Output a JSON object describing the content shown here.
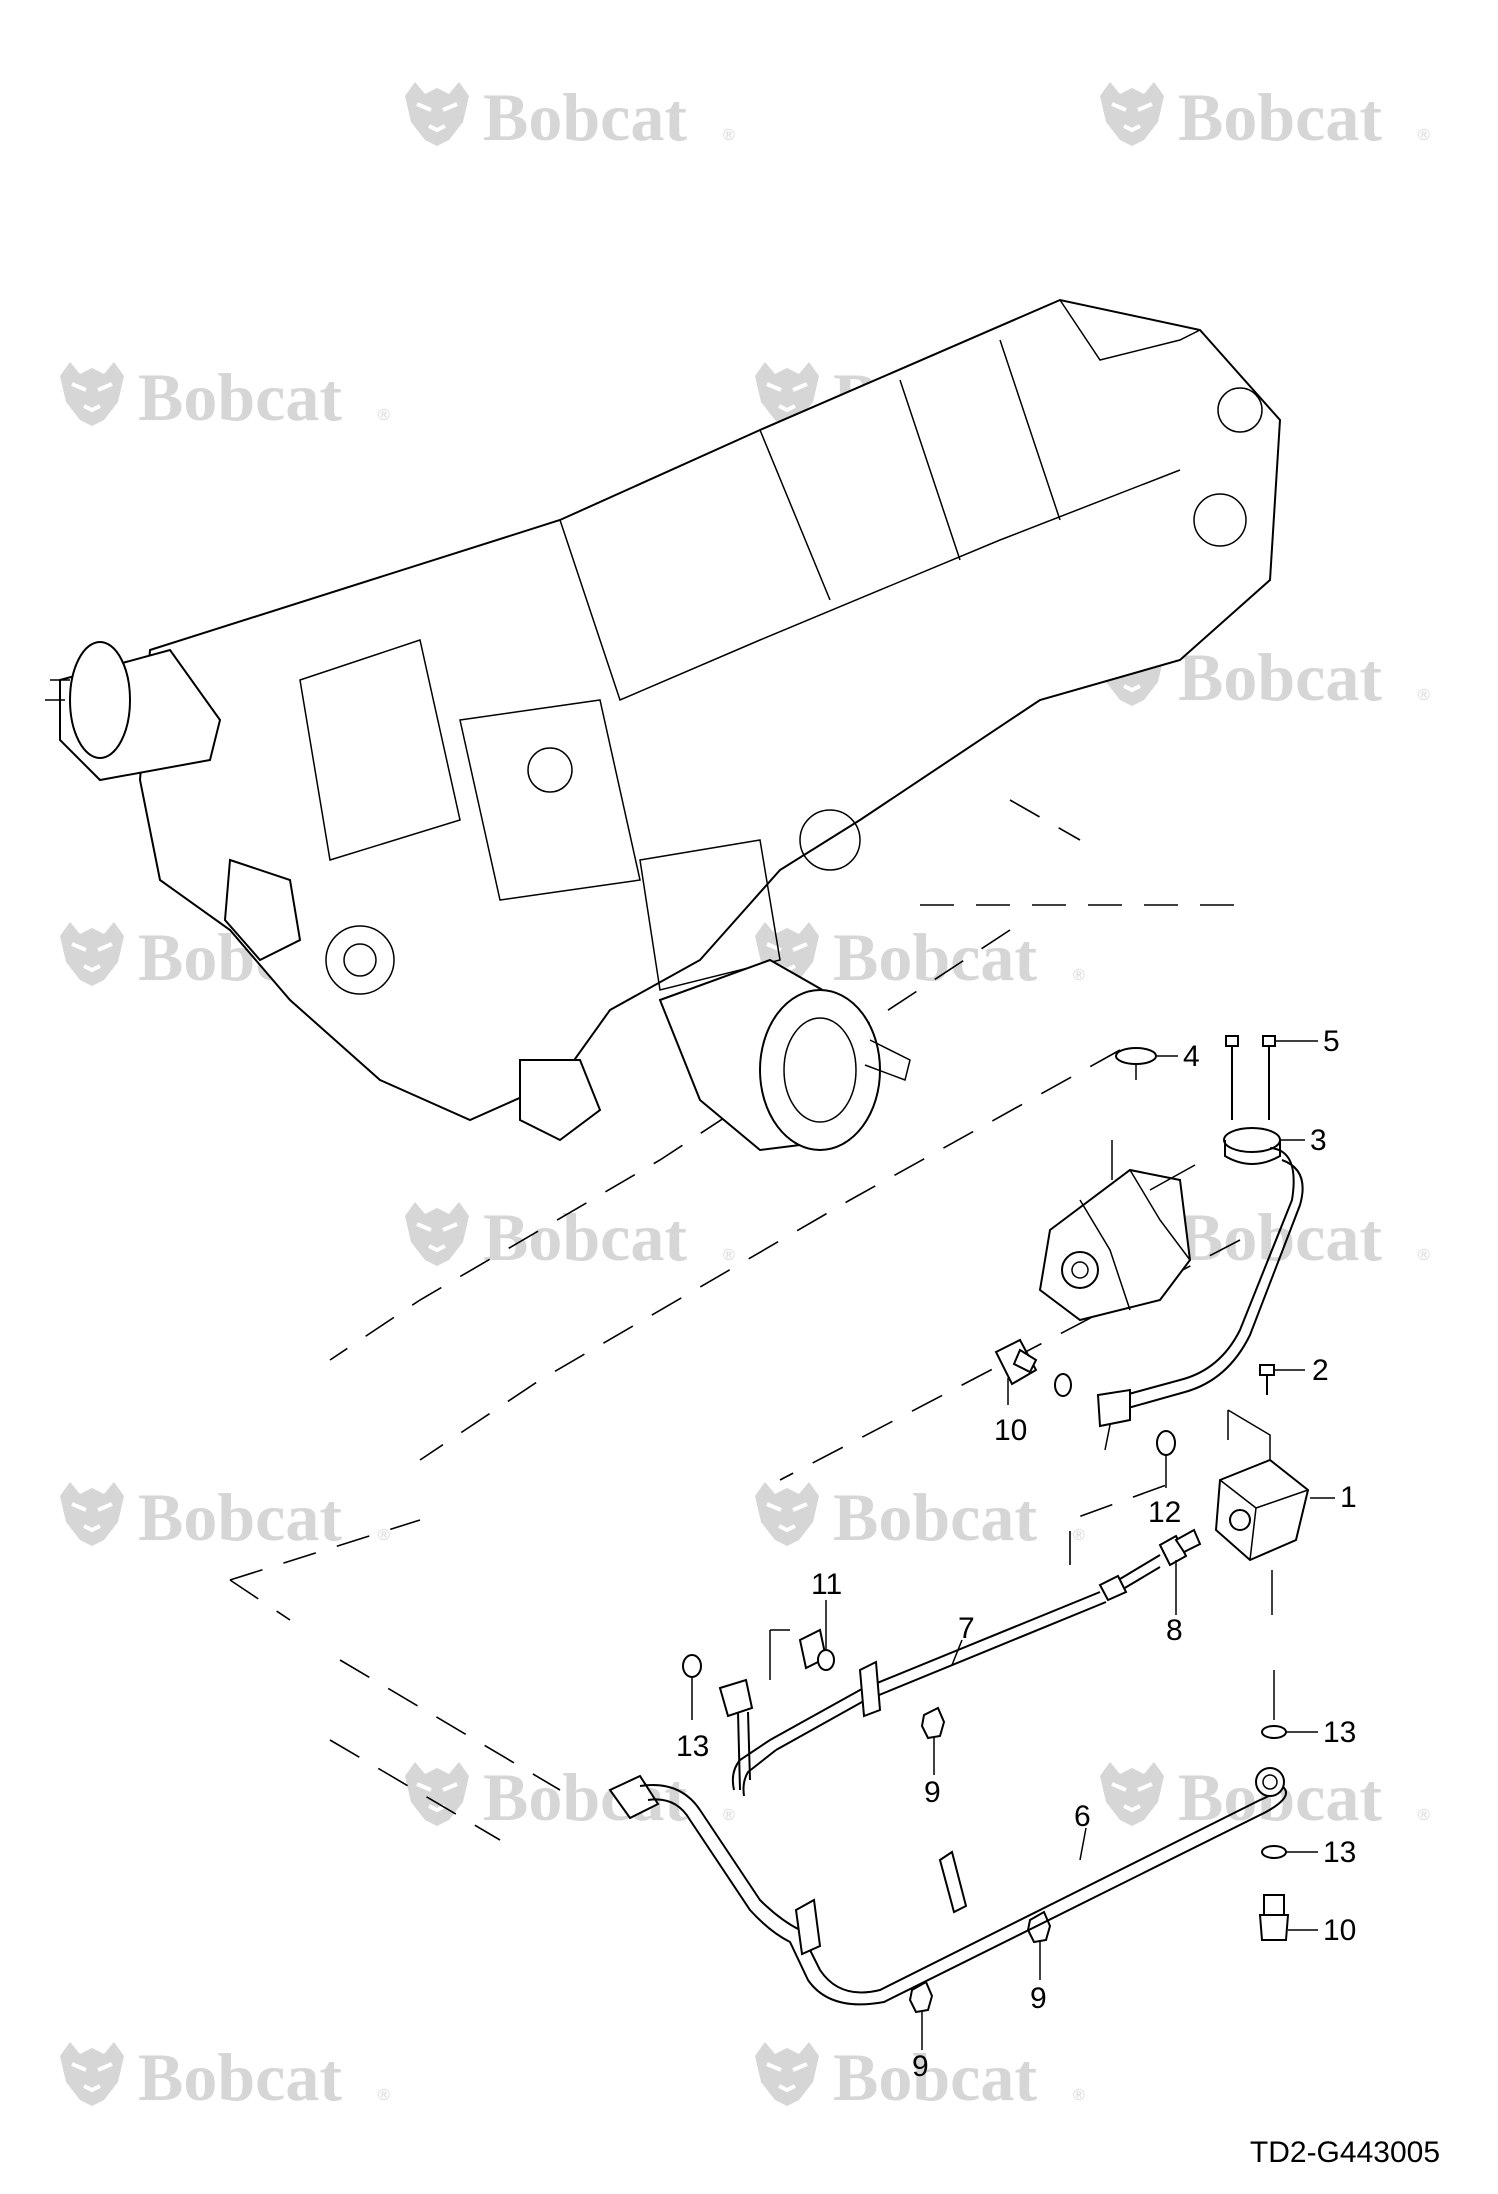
{
  "watermark": {
    "brand": "Bobcat",
    "mark": "®",
    "color": "#d6d6d6"
  },
  "document_id": "TD2-G443005",
  "callouts": [
    {
      "id": "c1",
      "label": "1"
    },
    {
      "id": "c2",
      "label": "2"
    },
    {
      "id": "c3",
      "label": "3"
    },
    {
      "id": "c4",
      "label": "4"
    },
    {
      "id": "c5",
      "label": "5"
    },
    {
      "id": "c6",
      "label": "6"
    },
    {
      "id": "c7",
      "label": "7"
    },
    {
      "id": "c8",
      "label": "8"
    },
    {
      "id": "c9a",
      "label": "9"
    },
    {
      "id": "c9b",
      "label": "9"
    },
    {
      "id": "c9c",
      "label": "9"
    },
    {
      "id": "c10a",
      "label": "10"
    },
    {
      "id": "c10b",
      "label": "10"
    },
    {
      "id": "c11",
      "label": "11"
    },
    {
      "id": "c12",
      "label": "12"
    },
    {
      "id": "c13a",
      "label": "13"
    },
    {
      "id": "c13b",
      "label": "13"
    },
    {
      "id": "c13c",
      "label": "13"
    }
  ]
}
